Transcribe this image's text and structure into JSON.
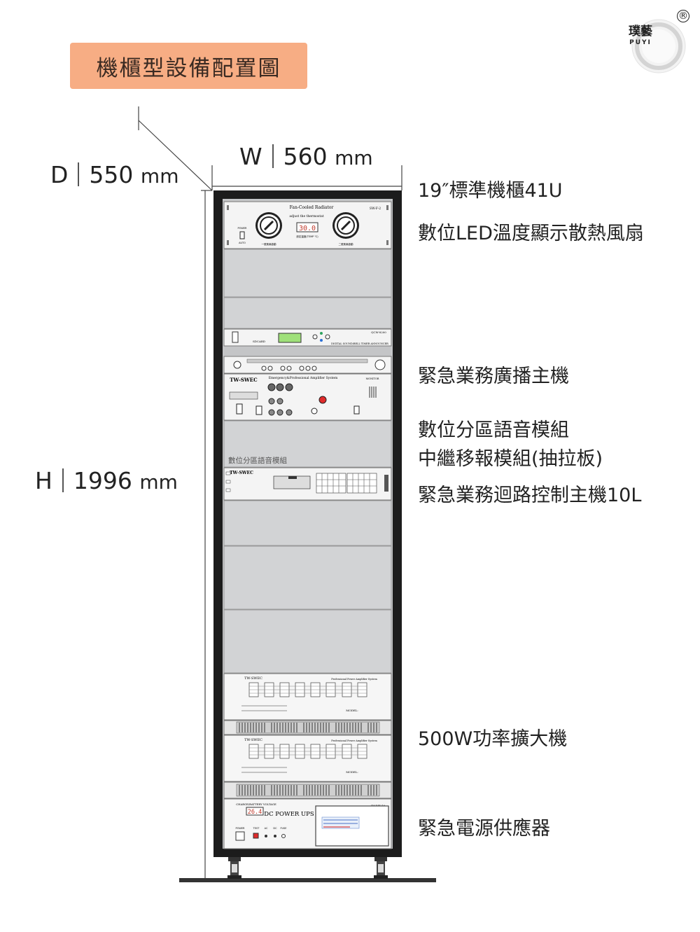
{
  "title": "機櫃型設備配置圖",
  "logo": {
    "name": "璞藝",
    "sub": "PUYI",
    "registered": "®"
  },
  "dimensions": {
    "depth": {
      "axis": "D",
      "value": "550",
      "unit": "mm"
    },
    "width": {
      "axis": "W",
      "value": "560",
      "unit": "mm"
    },
    "height": {
      "axis": "H",
      "value": "1996",
      "unit": "mm"
    }
  },
  "labels": [
    "19″標準機櫃41U",
    "數位LED溫度顯示散熱風扇",
    "緊急業務廣播主機",
    "數位分區語音模組",
    "中繼移報模組(抽拉板)",
    "緊急業務迴路控制主機10L",
    "500W功率擴大機",
    "緊急電源供應器"
  ],
  "panel_text": {
    "fan_title": "Fan-Cooled Radiator",
    "fan_sub": "adjust the thermostat",
    "fan_model": "SW-F-2",
    "fan_temp": "30.0",
    "fan_power": "POWER",
    "fan_auto": "AUTO",
    "fan_left": "一號風扇啟動",
    "fan_right": "二號風扇啟動",
    "fan_setting": "設定溫度(TEMP ℃)",
    "timer_model": "QCW-8200",
    "timer_card": "SDCARD",
    "timer_caption": "DIGITAL SOUND/BELL TIMER ANNOUNCER",
    "amp_brand": "TW-SWEC",
    "amp_title": "Emergency&Professional Amplifier System",
    "amp_monitor": "MONITOR",
    "zone_label": "數位分區語音模組",
    "loop_brand": "TW-SWEC",
    "power_amp_brand": "TW-SWEC",
    "power_amp_title": "Professional Power Amplifier System",
    "power_amp_model": "MODEL:",
    "ups_voltage_label": "CHARGE/BATTERY VOLTAGE",
    "ups_voltage": "26.4",
    "ups_name": "DC POWER UPS",
    "ups_model": "SW-DPU-16",
    "ups_buttons": [
      "POWER",
      "TEST",
      "AC",
      "DC",
      "FUSE"
    ]
  }
}
